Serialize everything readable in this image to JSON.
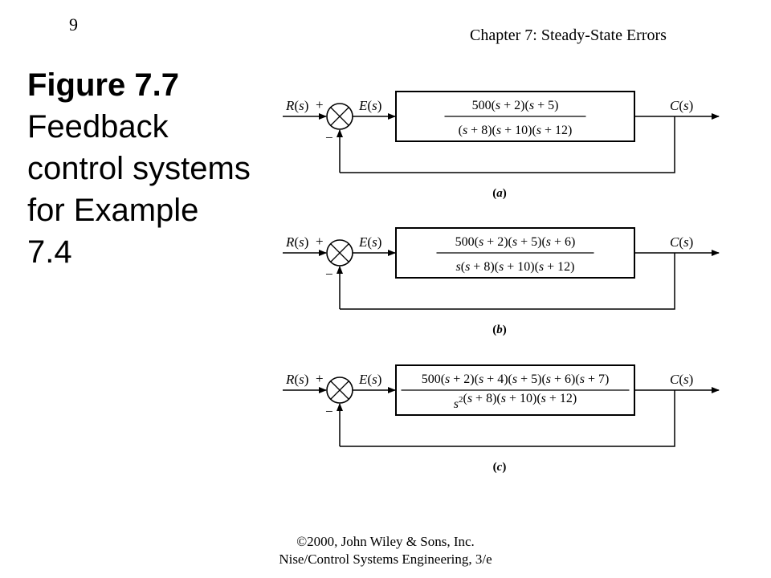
{
  "header": {
    "page_number": "9",
    "chapter_title": "Chapter 7: Steady-State Errors"
  },
  "caption": {
    "label": "Figure 7.7",
    "text": "Feedback control systems for Example 7.4"
  },
  "diagram": {
    "input_label": "R(s)",
    "error_label": "E(s)",
    "output_label": "C(s)",
    "plus_sign": "+",
    "minus_sign": "−",
    "systems": [
      {
        "id": "a",
        "part_label": "(a)",
        "numerator": "500(s + 2)(s + 5)",
        "denominator": "(s + 8)(s + 10)(s + 12)"
      },
      {
        "id": "b",
        "part_label": "(b)",
        "numerator": "500(s + 2)(s + 5)(s + 6)",
        "denominator": "s(s + 8)(s + 10)(s + 12)"
      },
      {
        "id": "c",
        "part_label": "(c)",
        "numerator": "500(s + 2)(s + 4)(s + 5)(s + 6)(s + 7)",
        "denominator": "s2(s + 8)(s + 10)(s + 12)"
      }
    ]
  },
  "footer": {
    "line1": "©2000, John Wiley & Sons, Inc.",
    "line2": "Nise/Control Systems Engineering, 3/e"
  }
}
